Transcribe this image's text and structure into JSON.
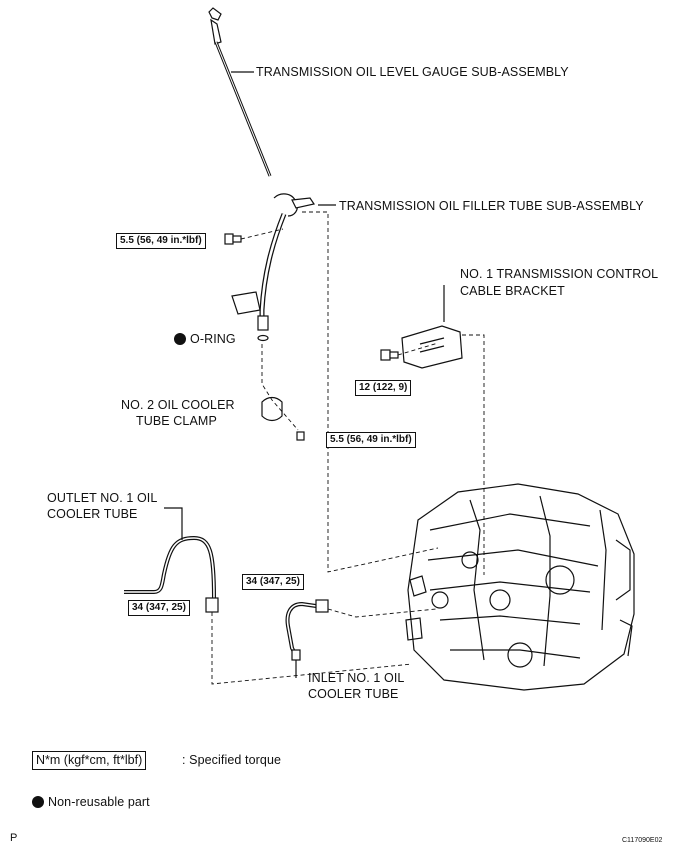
{
  "labels": {
    "gauge": "TRANSMISSION OIL LEVEL GAUGE SUB-ASSEMBLY",
    "filler": "TRANSMISSION OIL FILLER TUBE SUB-ASSEMBLY",
    "bracket_line1": "NO. 1 TRANSMISSION CONTROL",
    "bracket_line2": "CABLE BRACKET",
    "oring": "O-RING",
    "clamp_line1": "NO. 2 OIL COOLER",
    "clamp_line2": "TUBE CLAMP",
    "outlet_line1": "OUTLET NO. 1 OIL",
    "outlet_line2": "COOLER TUBE",
    "inlet_line1": "INLET NO. 1 OIL",
    "inlet_line2": "COOLER TUBE"
  },
  "torques": {
    "filler_bolt": "5.5 (56, 49 in.*lbf)",
    "bracket_bolt": "12 (122, 9)",
    "clamp_bolt": "5.5 (56, 49 in.*lbf)",
    "inlet_union": "34 (347, 25)",
    "outlet_union": "34 (347, 25)"
  },
  "legend": {
    "torque_box": "N*m (kgf*cm, ft*lbf)",
    "torque_text": ": Specified torque",
    "nonreusable": "Non-reusable part"
  },
  "footer": {
    "left": "P",
    "code": "C117090E02"
  }
}
